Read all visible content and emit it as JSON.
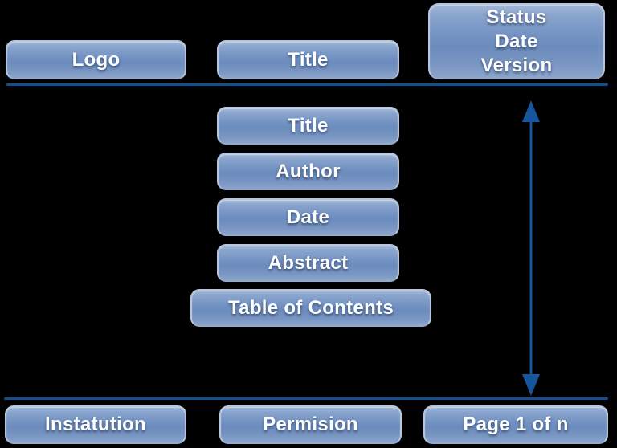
{
  "diagram": {
    "header": {
      "logo_label": "Logo",
      "title_label": "Title",
      "status_block_label": "Status\nDate\nVersion"
    },
    "body": {
      "items": [
        "Title",
        "Author",
        "Date",
        "Abstract",
        "Table of Contents"
      ]
    },
    "footer": {
      "institution_label": "Instatution",
      "permission_label": "Permision",
      "page_label": "Page 1 of n"
    },
    "colors": {
      "background": "#000000",
      "divider": "#10508f",
      "arrow": "#15569c",
      "box_border": "#b7c5dd",
      "box_gradient_top": "#a3b8d7",
      "box_gradient_mid": "#6c8cbd",
      "box_gradient_bottom": "#8aa5cb",
      "label_text": "#ffffff"
    }
  }
}
